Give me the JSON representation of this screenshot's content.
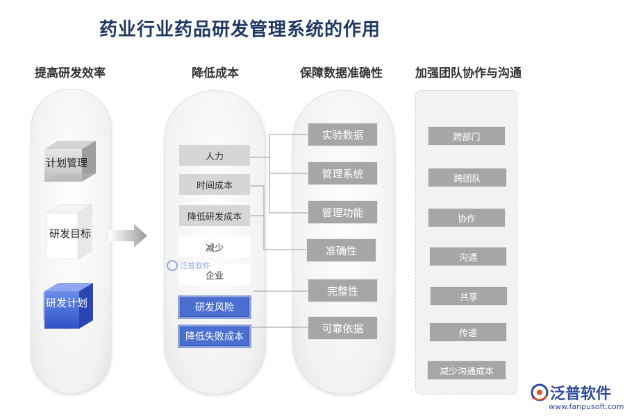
{
  "title": "药业行业药品研发管理系统的作用",
  "columns": {
    "col1": "提高研发效率",
    "col2": "降低成本",
    "col3": "保障数据准确性",
    "col4": "加强团队协作与沟通"
  },
  "cubes": {
    "c1": "计划管理",
    "c2": "研发目标",
    "c3": "研发计划"
  },
  "cost_items": {
    "i1": "人力",
    "i2": "时间成本",
    "i3": "降低研发成本",
    "i4": "减少",
    "i5": "企业",
    "i6": "研发风险",
    "i7": "降低失败成本"
  },
  "accuracy_items": {
    "a1": "实验数据",
    "a2": "管理系统",
    "a3": "管理功能",
    "a4": "准确性",
    "a5": "完整性",
    "a6": "可靠依据"
  },
  "team_items": {
    "t1": "跨部门",
    "t2": "跨团队",
    "t3": "协作",
    "t4": "沟通",
    "t5": "共享",
    "t6": "传递",
    "t7": "减少沟通成本"
  },
  "watermark": "泛普软件",
  "logo": {
    "name": "泛普软件",
    "url": "www.fanpusoft.com"
  }
}
